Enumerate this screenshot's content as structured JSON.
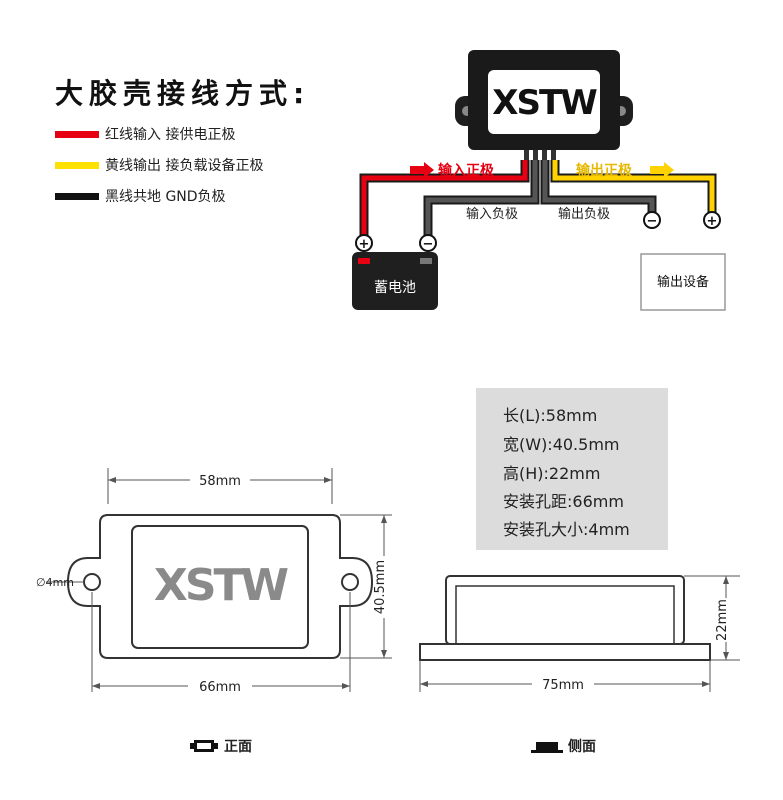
{
  "title": "大胶壳接线方式:",
  "legend": [
    {
      "color": "#e60012",
      "text": "红线输入 接供电正极"
    },
    {
      "color": "#ffe100",
      "text": "黄线输出 接负载设备正极"
    },
    {
      "color": "#111111",
      "text": "黑线共地 GND负极"
    }
  ],
  "wiring": {
    "logo": "XSTW",
    "logo_st": "ST",
    "input_positive": "输入正极",
    "output_positive": "输出正极",
    "input_negative": "输入负极",
    "output_negative": "输出负极",
    "battery": "蓄电池",
    "output_device": "输出设备",
    "plus": "+",
    "minus": "−"
  },
  "specs": [
    "长(L):58mm",
    "宽(W):40.5mm",
    "高(H):22mm",
    "安装孔距:66mm",
    "安装孔大小:4mm"
  ],
  "front_view": {
    "width_label": "58mm",
    "hole_label": "∅4mm",
    "height_label": "40.5mm",
    "spacing_label": "66mm",
    "caption": "正面"
  },
  "side_view": {
    "width_label": "75mm",
    "height_label": "22mm",
    "caption": "侧面"
  },
  "colors": {
    "red_wire": "#e60012",
    "yellow_wire": "#ffd200",
    "black_wire": "#333333",
    "box": "#1a1a1a",
    "label_bg": "#ffffff"
  }
}
